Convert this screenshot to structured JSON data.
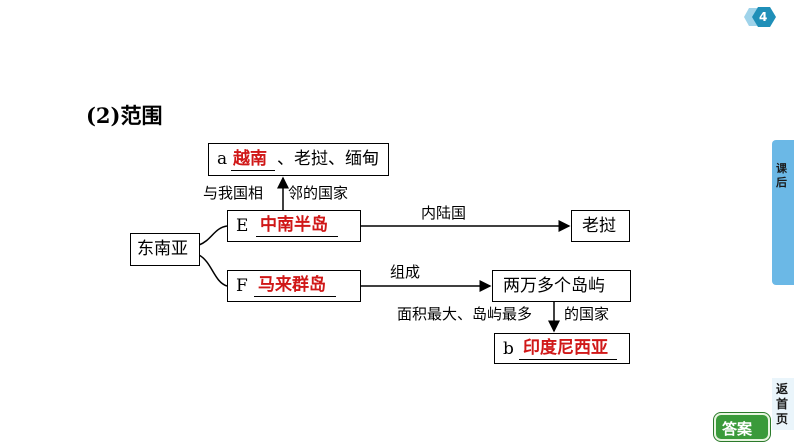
{
  "page_badge": "4",
  "heading": "(2)范围",
  "root": "东南亚",
  "box_a": {
    "letter": "a",
    "answer": "越南",
    "rest": "、老挝、缅甸"
  },
  "box_e": {
    "letter": "E",
    "answer": "中南半岛"
  },
  "box_f": {
    "letter": "F",
    "answer": "马来群岛"
  },
  "box_laos": "老挝",
  "box_islands": "两万多个岛屿",
  "box_b": {
    "letter": "b",
    "answer": "印度尼西亚"
  },
  "edge_neighbors_left": "与我国相",
  "edge_neighbors_right": "邻的国家",
  "edge_landlocked": "内陆国",
  "edge_composed": "组成",
  "edge_largest_left": "面积最大、岛屿最多",
  "edge_largest_right": "的国家",
  "sidebar": {
    "lesson_after": "课后",
    "home": "返首页"
  },
  "answer_button": "答案",
  "colors": {
    "answer_red": "#d01818",
    "sidebar_blue": "#6bb8e6",
    "badge_teal": "#1f8fb8"
  }
}
